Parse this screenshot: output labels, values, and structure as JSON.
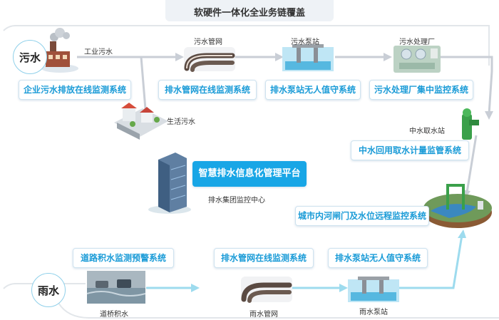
{
  "title": "软硬件一体化全业务链覆盖",
  "sewage": {
    "bubble": "污水",
    "industrial_label": "工业污水",
    "domestic_label": "生活污水",
    "pipe_label": "污水管网",
    "pump_label": "污水泵站",
    "plant_label": "污水处理厂",
    "reclaim_label": "中水取水站",
    "boxes": {
      "enterprise": "企业污水排放在线监测系统",
      "pipe_network": "排水管网在线监测系统",
      "pump_station": "排水泵站无人值守系统",
      "plant": "污水处理厂集中监控系统",
      "reclaim": "中水回用取水计量监管系统"
    }
  },
  "platform": {
    "name": "智慧排水信息化管理平台",
    "center_label": "排水集团监控中心"
  },
  "river": {
    "box": "城市内河闸门及水位远程监控系统"
  },
  "rain": {
    "bubble": "雨水",
    "road_label": "道桥积水",
    "pipe_label": "雨水管网",
    "pump_label": "雨水泵站",
    "boxes": {
      "road": "道路积水监测预警系统",
      "pipe_network": "排水管网在线监测系统",
      "pump_station": "排水泵站无人值守系统"
    }
  },
  "colors": {
    "accent": "#1a9bd7",
    "highlight": "#18a6e6",
    "sewage_line": "#c9ced6",
    "rain_line": "#9ddbee"
  },
  "icons": [
    "factory-icon",
    "pipe-icon",
    "pump-station-icon",
    "treatment-plant-icon",
    "houses-icon",
    "office-tower-icon",
    "water-intake-icon",
    "river-gate-icon",
    "flooded-road-icon"
  ]
}
